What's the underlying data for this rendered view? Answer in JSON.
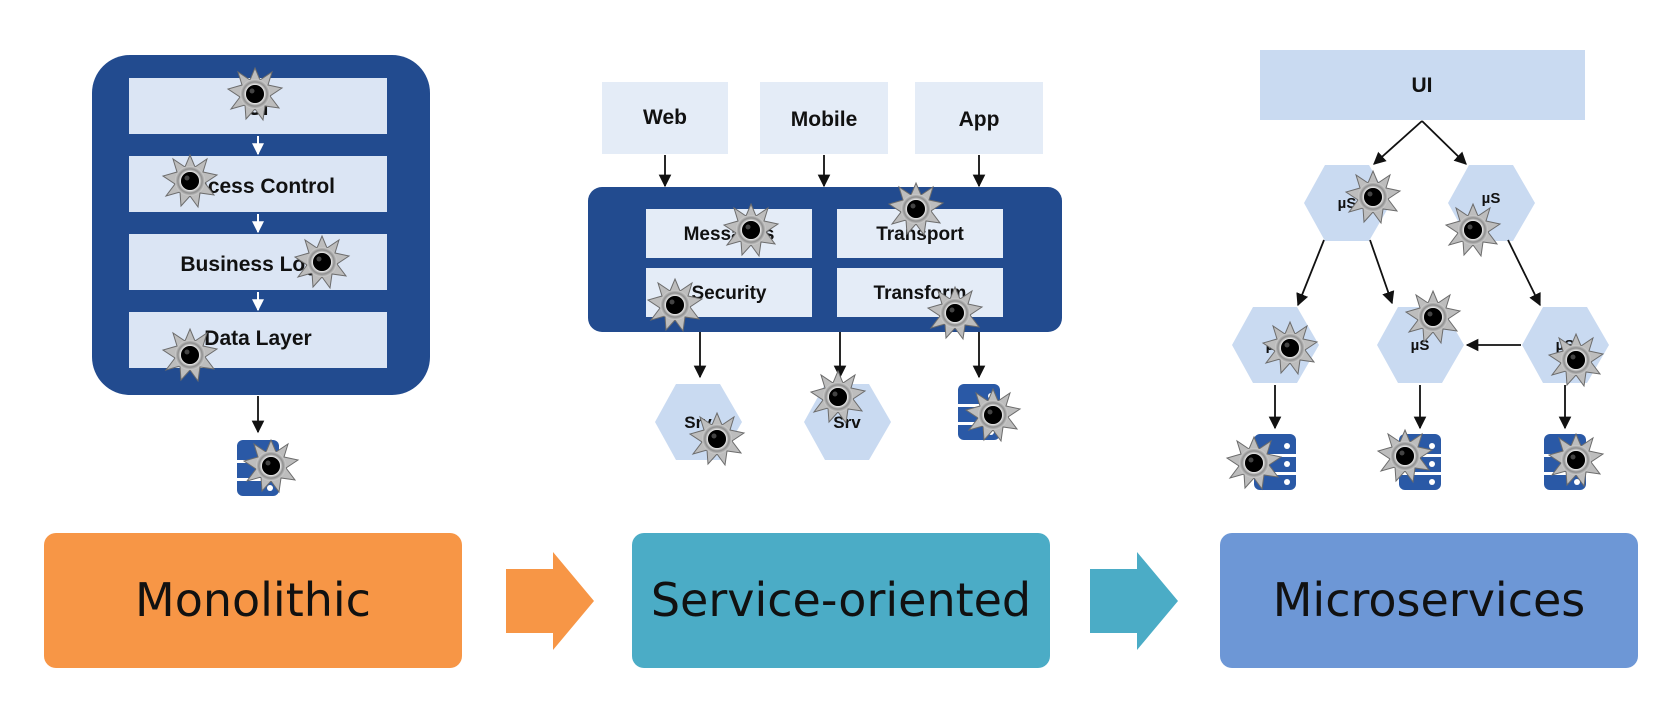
{
  "colors": {
    "navy": "#224b8f",
    "light_box": "#dbe5f4",
    "light_box_2": "#e4ecf7",
    "hex_fill": "#c9daf1",
    "db_fill": "#2a59a6",
    "orange": "#f79646",
    "teal": "#4bacc6",
    "blue": "#6d97d6"
  },
  "monolithic": {
    "layers": [
      "UI",
      "Access Control",
      "Business Logic",
      "Data Layer"
    ]
  },
  "soa": {
    "clients": [
      "Web",
      "Mobile",
      "App"
    ],
    "bus": [
      "Messages",
      "Transport",
      "Security",
      "Transform"
    ],
    "services": [
      "Srv",
      "Srv"
    ]
  },
  "microservices": {
    "ui": "UI",
    "services": [
      "µS",
      "µS",
      "µS",
      "µS",
      "µS"
    ]
  },
  "stages": {
    "monolithic": "Monolithic",
    "soa": "Service-oriented",
    "micro": "Microservices"
  },
  "icons": [
    "bullet-hole-icon",
    "database-icon",
    "arrow-right-icon"
  ]
}
